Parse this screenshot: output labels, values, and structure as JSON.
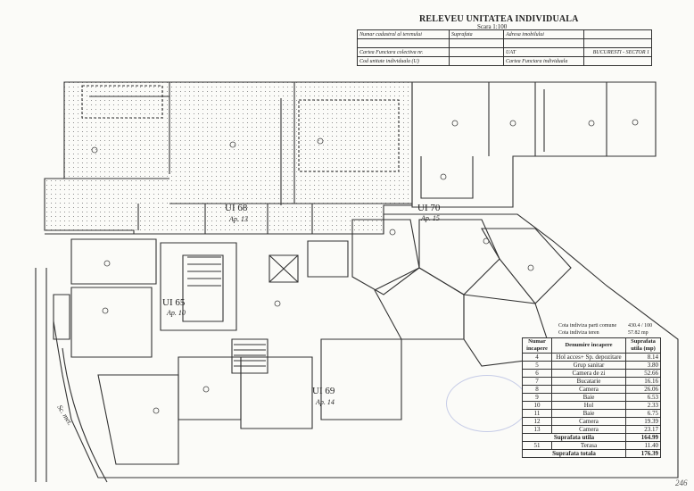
{
  "header": {
    "title": "RELEVEU UNITATEA INDIVIDUALA",
    "scale": "Scara 1:100",
    "rows": [
      [
        "Numar cadastral al terenului",
        "Suprafata",
        "Adresa imobilului",
        ""
      ],
      [
        "Cartea Funciara colectiva nr.",
        "",
        "UAT",
        "BUCURESTI - SECTOR 1"
      ],
      [
        "Cod unitate individuala (U)",
        "",
        "Cartea Funciara individuala",
        ""
      ]
    ]
  },
  "plan": {
    "units": [
      {
        "code": "UI 68",
        "apt": "Ap. 13"
      },
      {
        "code": "UI 70",
        "apt": "Ap. 15"
      },
      {
        "code": "UI 65",
        "apt": "Ap. 10"
      },
      {
        "code": "UI 69",
        "apt": "Ap. 14"
      }
    ],
    "street": "Sc. met."
  },
  "shares": [
    {
      "label": "Cota indiviza parti comune",
      "value": "430.4 / 100"
    },
    {
      "label": "Cota indiviza teren",
      "value": "57.82 mp"
    }
  ],
  "rooms_table": {
    "headers": [
      "Numar incapere",
      "Denumire incapere",
      "Suprafata utila (mp)"
    ],
    "rows": [
      {
        "no": "4",
        "name": "Hol acces+ Sp. depozitare",
        "area": "8.14"
      },
      {
        "no": "5",
        "name": "Grup sanitar",
        "area": "3.80"
      },
      {
        "no": "6",
        "name": "Camera de zi",
        "area": "52.66"
      },
      {
        "no": "7",
        "name": "Bucatarie",
        "area": "16.16"
      },
      {
        "no": "8",
        "name": "Camera",
        "area": "26.06"
      },
      {
        "no": "9",
        "name": "Baie",
        "area": "6.53"
      },
      {
        "no": "10",
        "name": "Hol",
        "area": "2.33"
      },
      {
        "no": "11",
        "name": "Baie",
        "area": "6.75"
      },
      {
        "no": "12",
        "name": "Camera",
        "area": "19.39"
      },
      {
        "no": "13",
        "name": "Camera",
        "area": "23.17"
      }
    ],
    "useful_label": "Suprafata utila",
    "useful_value": "164.99",
    "terrace_no": "51",
    "terrace_label": "Terasa",
    "terrace_value": "11.40",
    "total_label": "Suprafata totala",
    "total_value": "176.39"
  },
  "page_number": "246"
}
